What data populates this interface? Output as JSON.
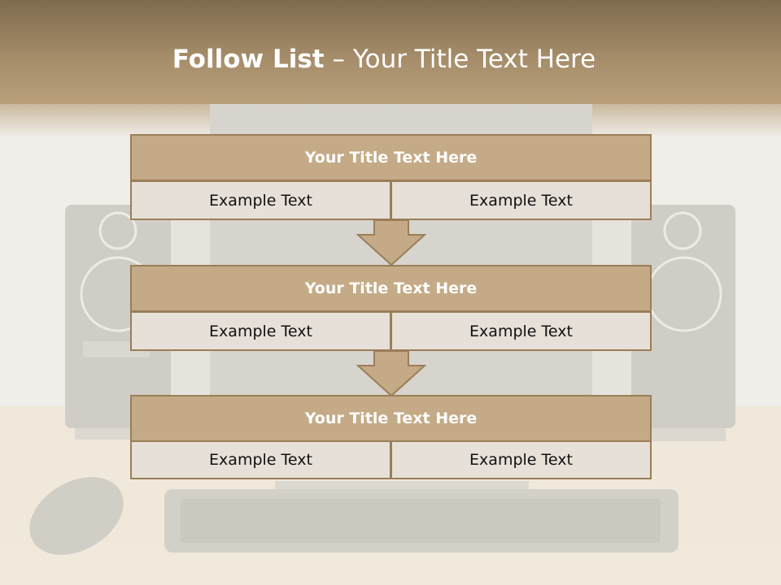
{
  "slide": {
    "title_bold": "Follow List",
    "title_rest": " – Your Title Text Here"
  },
  "steps": [
    {
      "title": "Your Title Text Here",
      "left": "Example Text",
      "right": "Example Text"
    },
    {
      "title": "Your Title Text Here",
      "left": "Example Text",
      "right": "Example Text"
    },
    {
      "title": "Your Title Text Here",
      "left": "Example Text",
      "right": "Example Text"
    }
  ],
  "colors": {
    "header_band": "#a88f6c",
    "box_fill": "#c4aa86",
    "box_border": "#9a7e58",
    "cell_fill": "#e7e0d8"
  }
}
